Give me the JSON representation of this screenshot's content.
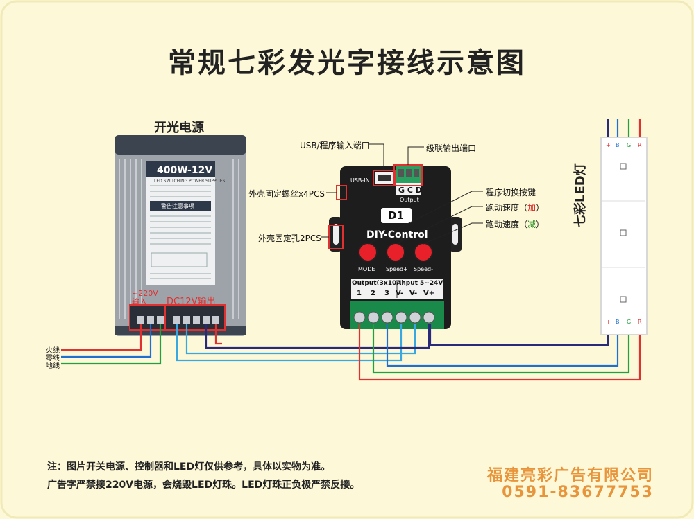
{
  "title": "常规七彩发光字接线示意图",
  "psu": {
    "section_label": "开光电源",
    "model": "400W-12V",
    "brand_sub": "LED SWITCHING POWER SUPPLIES",
    "warning": "警告注意事项",
    "input_label": "~220V输入",
    "output_label": "DC12V输出"
  },
  "controller": {
    "name": "D1",
    "subtitle": "DIY-Control",
    "usb_port": "USB-IN",
    "output_port": "G C D",
    "output_port_caption": "Output",
    "buttons": [
      "MODE",
      "Speed+",
      "Speed-"
    ],
    "terminal_header_left": "Output(3x10A)",
    "terminal_header_right": "Input  5~24V",
    "terminal_labels": [
      "1",
      "2",
      "3",
      "V-",
      "V-",
      "V+"
    ]
  },
  "callouts": {
    "usb": "USB/程序输入端口",
    "cascade": "级联输出端口",
    "screws": "外壳固定螺丝x4PCS",
    "holes": "外壳固定孔2PCS",
    "program_switch": "程序切换按键",
    "speed_plus_prefix": "跑动速度（",
    "speed_plus_sign": "加",
    "speed_minus_prefix": "跑动速度（",
    "speed_minus_sign": "减",
    "suffix": "）"
  },
  "led": {
    "title": "七彩LED灯",
    "pins": [
      "+",
      "B",
      "G",
      "R"
    ]
  },
  "mains": {
    "live": "火线",
    "neutral": "零线",
    "ground": "地线"
  },
  "notes": {
    "line1": "注：图片开关电源、控制器和LED灯仅供参考，具体以实物为准。",
    "line2": "广告字严禁接220V电源，会烧毁LED灯珠。LED灯珠正负极严禁反接。"
  },
  "company": {
    "name": "福建亮彩广告有限公司",
    "phone": "0591-83677753"
  },
  "colors": {
    "background": "#fdf8d8",
    "wire_red": "#e03030",
    "wire_blue": "#1f6fd0",
    "wire_green": "#22a040",
    "wire_cyan": "#39a8e0",
    "wire_dark": "#2a2a7a",
    "accent_orange": "#e8943a"
  }
}
